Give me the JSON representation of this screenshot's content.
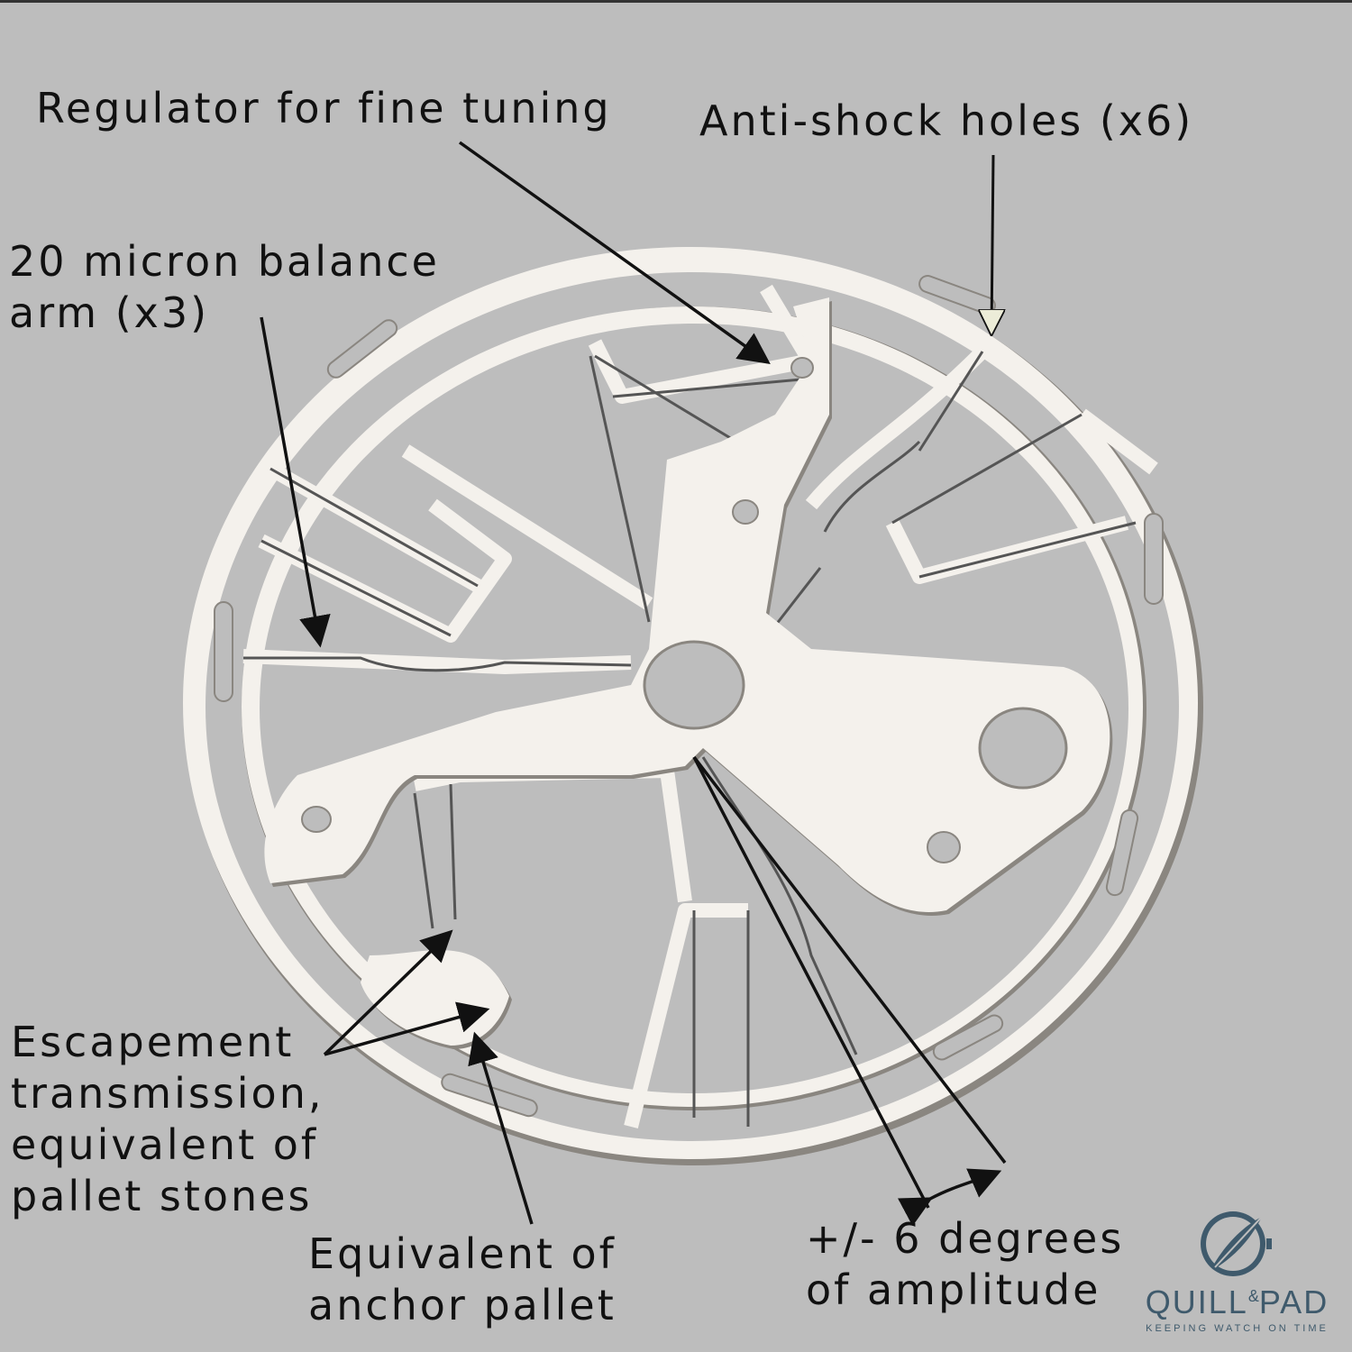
{
  "labels": {
    "regulator": "Regulator for fine tuning",
    "antishock": "Anti-shock holes (x6)",
    "balance": [
      "20 micron balance",
      "arm (x3)"
    ],
    "escapement": [
      "Escapement",
      "transmission,",
      "equivalent of",
      "pallet stones"
    ],
    "anchor": [
      "Equivalent of",
      "anchor pallet"
    ],
    "amplitude": [
      "+/- 6 degrees",
      "of amplitude"
    ]
  },
  "logo": {
    "word_left": "QUILL",
    "ampersand": "&",
    "word_right": "PAD",
    "tagline": "KEEPING WATCH ON TIME"
  },
  "colors": {
    "background": "#bdbdbd",
    "metal": "#f4f1ec",
    "metal_edge": "#8a8680",
    "arrow": "#111111",
    "logo": "#3f5a6c"
  }
}
